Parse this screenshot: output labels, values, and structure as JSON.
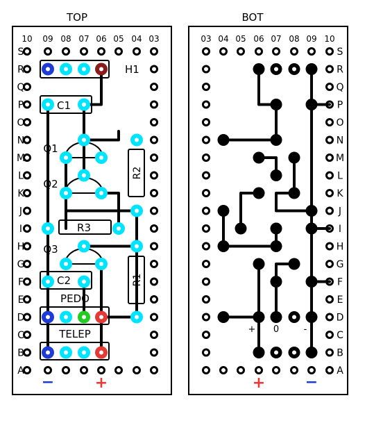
{
  "top": {
    "title": "TOP",
    "columns": [
      "10",
      "09",
      "08",
      "07",
      "06",
      "05",
      "04",
      "03"
    ],
    "rows": [
      "S",
      "R",
      "Q",
      "P",
      "O",
      "N",
      "M",
      "L",
      "K",
      "J",
      "I",
      "H",
      "G",
      "F",
      "E",
      "D",
      "C",
      "B",
      "A"
    ],
    "components": [
      "H1",
      "C1",
      "Q1",
      "Q2",
      "R2",
      "R3",
      "Q3",
      "C2",
      "R1",
      "PEDO",
      "TELEP"
    ],
    "polarity": {
      "minus": "−",
      "plus": "+"
    }
  },
  "bot": {
    "title": "BOT",
    "columns": [
      "03",
      "04",
      "05",
      "06",
      "07",
      "08",
      "09",
      "10"
    ],
    "rows": [
      "S",
      "R",
      "Q",
      "P",
      "O",
      "N",
      "M",
      "L",
      "K",
      "J",
      "I",
      "H",
      "G",
      "F",
      "E",
      "D",
      "C",
      "B",
      "A"
    ],
    "pad_labels": {
      "plus": "+",
      "zero": "0",
      "minus": "-"
    },
    "polarity": {
      "plus": "+",
      "minus": "−"
    }
  },
  "colors": {
    "pad": "#00e5ff",
    "negative": "#1f3bd6",
    "positive": "#e53935",
    "pedo_signal": "#22cc22",
    "h1_pin": "#8b1a1a",
    "trace": "#000000",
    "polarity_minus": "#1f3bd6",
    "polarity_plus": "#e53935"
  }
}
